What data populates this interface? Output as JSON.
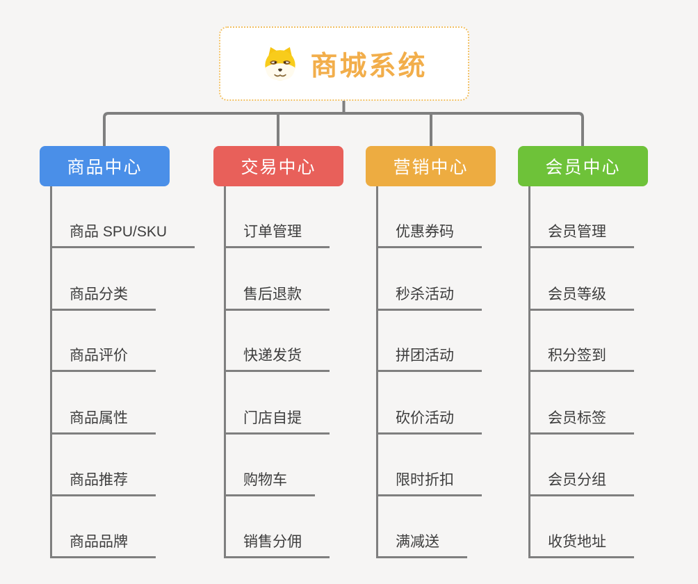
{
  "root": {
    "title": "商城系统",
    "icon": "shiba-dog-icon"
  },
  "branches": [
    {
      "label": "商品中心",
      "color": "#4A8FE8",
      "items": [
        "商品 SPU/SKU",
        "商品分类",
        "商品评价",
        "商品属性",
        "商品推荐",
        "商品品牌"
      ]
    },
    {
      "label": "交易中心",
      "color": "#E8605A",
      "items": [
        "订单管理",
        "售后退款",
        "快递发货",
        "门店自提",
        "购物车",
        "销售分佣"
      ]
    },
    {
      "label": "营销中心",
      "color": "#EDAC41",
      "items": [
        "优惠券码",
        "秒杀活动",
        "拼团活动",
        "砍价活动",
        "限时折扣",
        "满减送"
      ]
    },
    {
      "label": "会员中心",
      "color": "#6EC239",
      "items": [
        "会员管理",
        "会员等级",
        "积分签到",
        "会员标签",
        "会员分组",
        "收货地址"
      ]
    }
  ],
  "colors": {
    "background": "#F6F5F4",
    "connector": "#7F7F7F",
    "root_border": "#F2C063",
    "root_text": "#F2AE4B",
    "leaf_text": "#3D3D3D",
    "branch_text": "#FFFFFF"
  }
}
